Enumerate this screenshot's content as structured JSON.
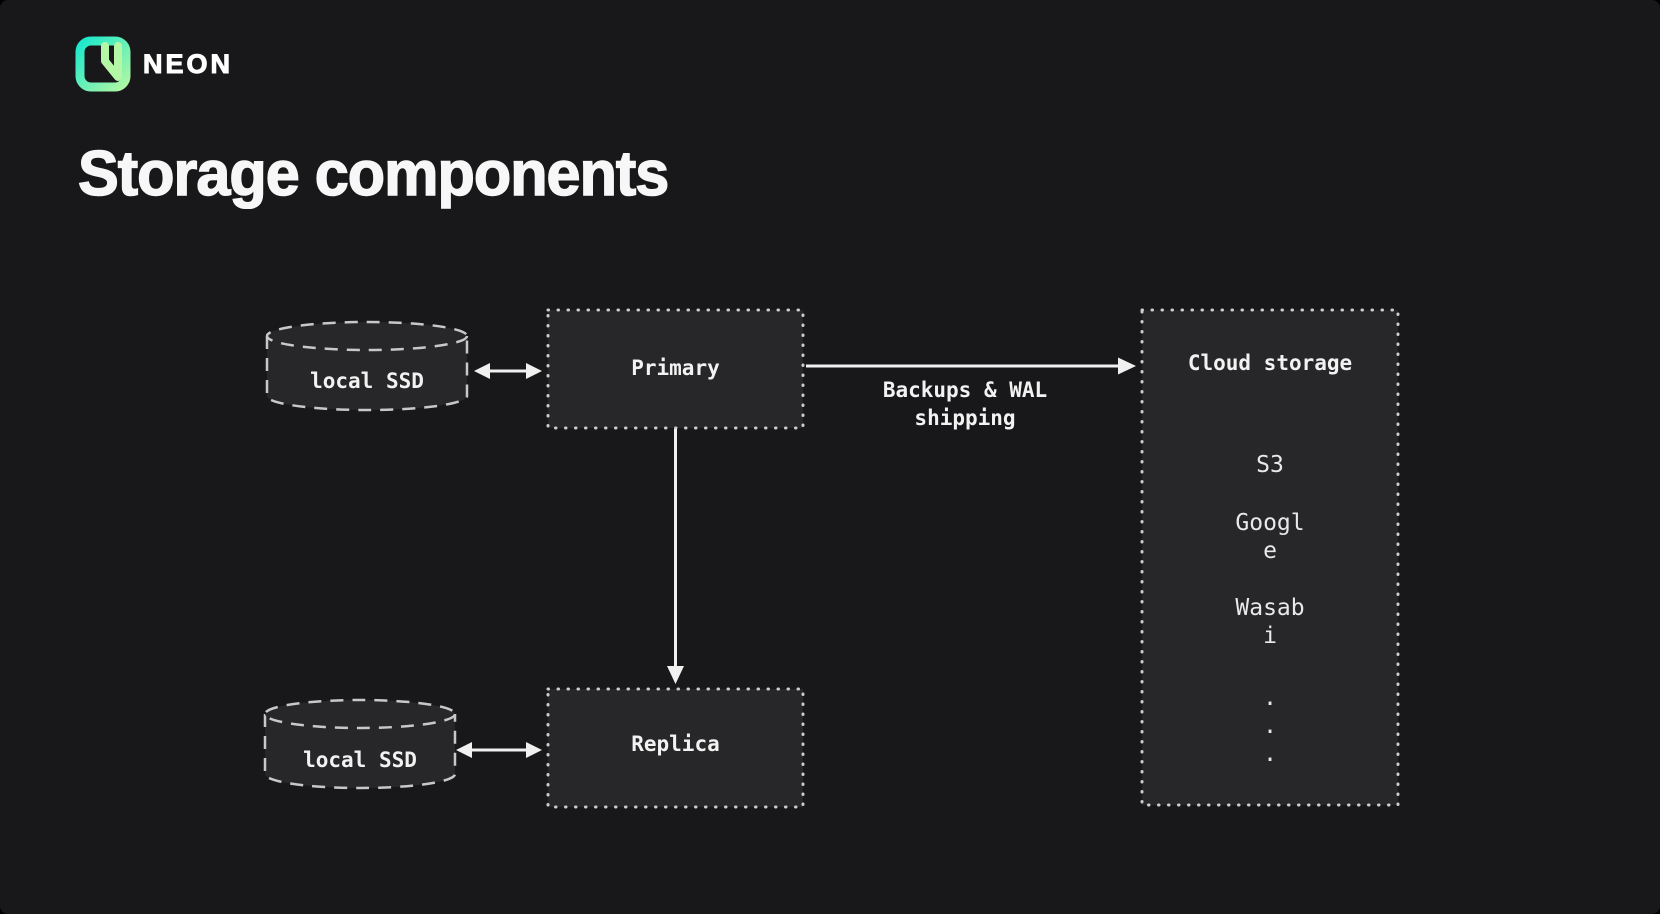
{
  "header": {
    "brand": "NEON"
  },
  "title": "Storage components",
  "diagram": {
    "local_ssd_top": {
      "label": "local SSD"
    },
    "primary": {
      "label": "Primary"
    },
    "replica": {
      "label": "Replica"
    },
    "local_ssd_bottom": {
      "label": "local SSD"
    },
    "backup_arrow": {
      "label": "Backups & WAL shipping"
    },
    "cloud": {
      "title": "Cloud storage",
      "providers": [
        "S3",
        "Google",
        "Wasabi"
      ],
      "ellipsis_dots": [
        ".",
        ".",
        "."
      ]
    }
  },
  "colors": {
    "background": "#18181a",
    "node_fill": "#272729",
    "node_stroke": "#cdcdcd",
    "arrow": "#f0f0f0",
    "text": "#f2f2f2",
    "logo_cyan": "#1ae8cc",
    "logo_green": "#b4f7a6"
  }
}
